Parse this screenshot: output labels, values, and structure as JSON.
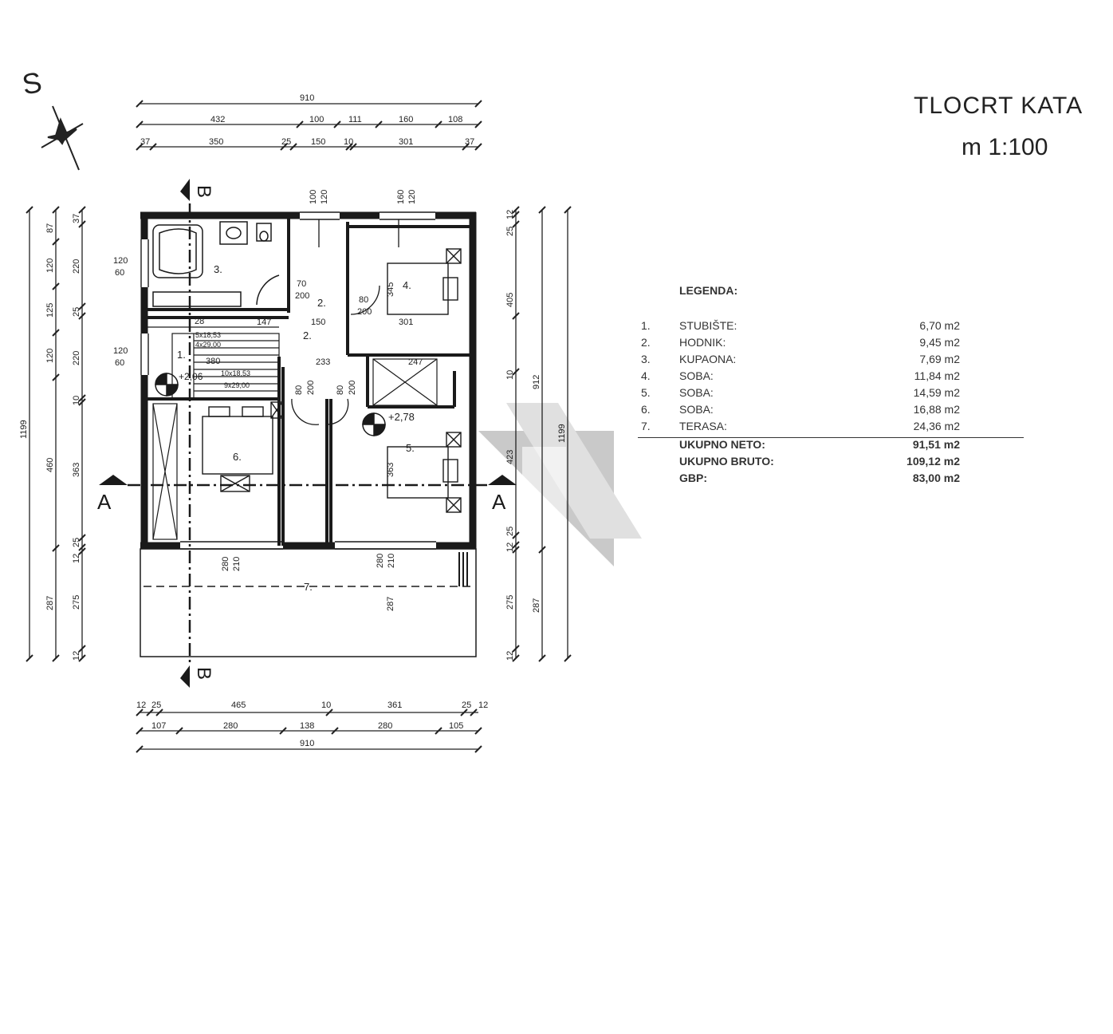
{
  "title": "TLOCRT  KATA",
  "scale": "m 1:100",
  "compass": {
    "label": "S"
  },
  "section_marks": {
    "a": "A",
    "b": "B"
  },
  "dimensions": {
    "top_total": "910",
    "top_row2": [
      "432",
      "100",
      "111",
      "160",
      "108"
    ],
    "top_row3": [
      "37",
      "350",
      "25",
      "150",
      "10",
      "301",
      "37"
    ],
    "bottom_row1": [
      "12",
      "25",
      "465",
      "10",
      "361",
      "25",
      "12"
    ],
    "bottom_row2": [
      "107",
      "280",
      "138",
      "280",
      "105"
    ],
    "bottom_total": "910",
    "left_outer": "1199",
    "left_col2": [
      "87",
      "120",
      "125",
      "120",
      "460",
      "287"
    ],
    "left_col3": [
      "37",
      "220",
      "25",
      "220",
      "10",
      "363",
      "25",
      "12",
      "275",
      "12"
    ],
    "right_col1": [
      "12",
      "25",
      "405",
      "10",
      "423",
      "25",
      "12",
      "275",
      "12"
    ],
    "right_col2": "912",
    "right_col2b": "287",
    "right_outer": "1199"
  },
  "plan_labels": {
    "window_w1": "120",
    "window_w1_h": "60",
    "window_w2": "120",
    "window_w2_h": "60",
    "door_top_a": "100",
    "door_top_a2": "120",
    "door_top_b": "160",
    "door_top_b2": "120",
    "door_hall": "70",
    "door_hall_h": "200",
    "door_room4": "80",
    "door_room4_h": "200",
    "door_room5a": "80",
    "door_room5a_h": "200",
    "door_room5b": "80",
    "door_room5b_h": "200",
    "room4_w": "345",
    "dim_147": "147",
    "dim_150": "150",
    "dim_301": "301",
    "dim_233": "233",
    "dim_247": "247",
    "dim_380": "380",
    "dim_363": "363",
    "dim_28": "28",
    "stair_a": "5x18,53",
    "stair_b": "4x29,00",
    "stair_c": "10x18,53",
    "stair_d": "9x29,00",
    "level_a": "+2,06",
    "level_b": "+2,78",
    "win_bot_a": "280",
    "win_bot_a2": "210",
    "win_bot_b": "280",
    "win_bot_b2": "210",
    "terrace_287": "287",
    "room_nums": [
      "1.",
      "2.",
      "2.",
      "3.",
      "4.",
      "5.",
      "6.",
      "7."
    ]
  },
  "legend": {
    "heading": "LEGENDA:",
    "rooms": [
      {
        "num": "1.",
        "name": "STUBIŠTE:",
        "area": "6,70 m2"
      },
      {
        "num": "2.",
        "name": "HODNIK:",
        "area": "9,45 m2"
      },
      {
        "num": "3.",
        "name": "KUPAONA:",
        "area": "7,69 m2"
      },
      {
        "num": "4.",
        "name": "SOBA:",
        "area": "11,84 m2"
      },
      {
        "num": "5.",
        "name": "SOBA:",
        "area": "14,59 m2"
      },
      {
        "num": "6.",
        "name": "SOBA:",
        "area": "16,88 m2"
      },
      {
        "num": "7.",
        "name": "TERASA:",
        "area": "24,36 m2"
      }
    ],
    "totals": [
      {
        "name": "UKUPNO NETO:",
        "area": "91,51 m2"
      },
      {
        "name": "UKUPNO BRUTO:",
        "area": "109,12 m2"
      },
      {
        "name": "GBP:",
        "area": "83,00 m2"
      }
    ]
  },
  "colors": {
    "line": "#222222",
    "wall": "#1a1a1a",
    "watermark": "#bdbdbd"
  }
}
